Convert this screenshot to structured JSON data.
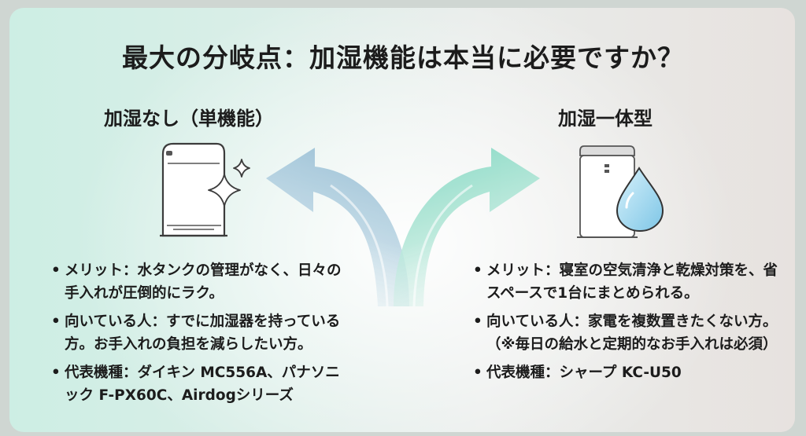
{
  "title": "最大の分岐点：加湿機能は本当に必要ですか？",
  "left": {
    "heading": "加湿なし（単機能）",
    "bullets": [
      "メリット：水タンクの管理がなく、日々の手入れが圧倒的にラク。",
      "向いている人：すでに加湿器を持っている方。お手入れの負担を減らしたい方。",
      "代表機種：ダイキン MC556A、パナソニック F-PX60C、Airdogシリーズ"
    ]
  },
  "right": {
    "heading": "加湿一体型",
    "bullets": [
      "メリット：寝室の空気清浄と乾燥対策を、省スペースで1台にまとめられる。",
      "向いている人：家電を複数置きたくない方。（※毎日の給水と定期的なお手入れは必須）",
      "代表機種：シャープ KC-U50"
    ]
  },
  "icons": {
    "left_device": "air-purifier-icon",
    "sparkle": "sparkle-icon",
    "right_device": "humidifying-purifier-icon",
    "water_drop": "water-drop-icon",
    "left_arrow": "curved-arrow-left",
    "right_arrow": "curved-arrow-right"
  },
  "colors": {
    "arrow_left": "#a9c9dc",
    "arrow_right": "#9fe0cf",
    "drop": "#8fd0ea"
  }
}
